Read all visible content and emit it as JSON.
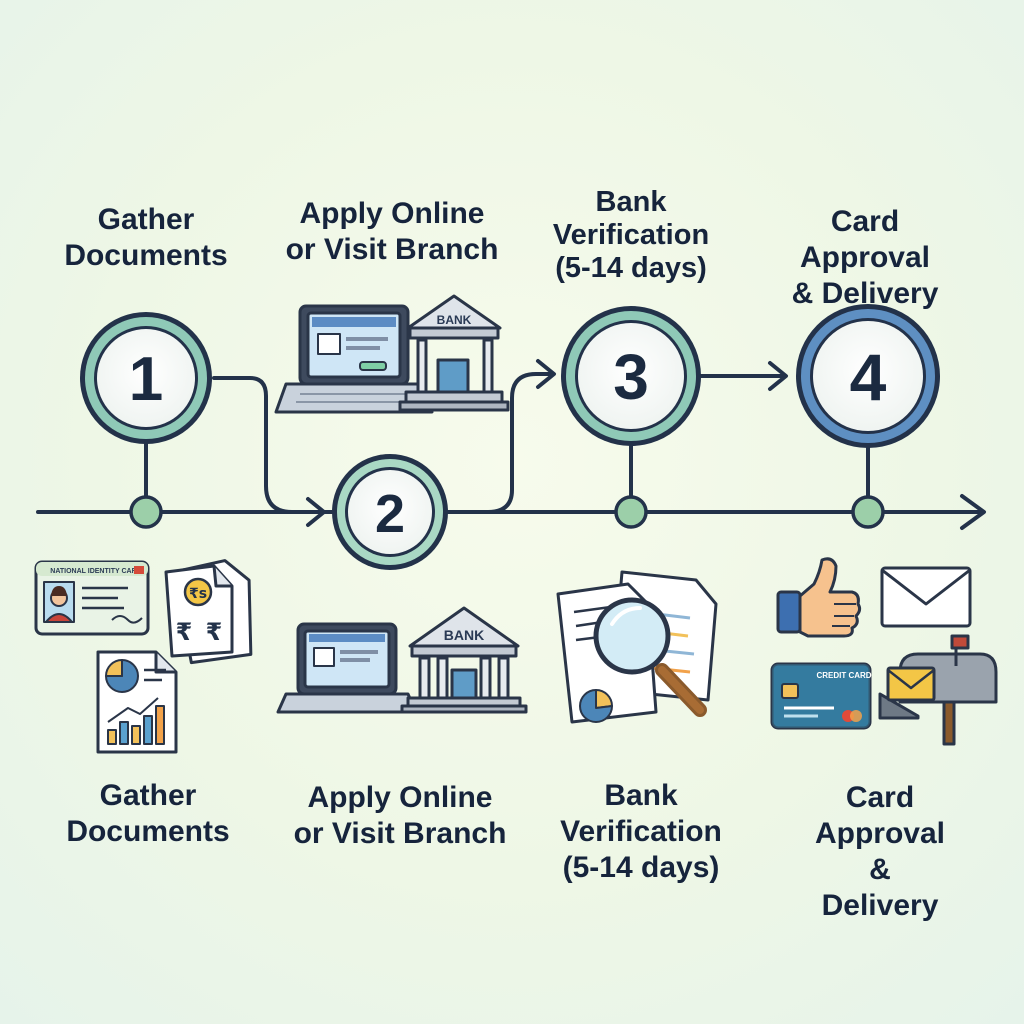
{
  "top_labels": [
    "Gather\nDocuments",
    "Apply Online\nor Visit Branch",
    "Bank\nVerification\n(5-14 days)",
    "Card Approval\n& Delivery"
  ],
  "bottom_labels": [
    "Gather\nDocuments",
    "Apply Online\nor Visit Branch",
    "Bank\nVerification\n(5-14 days)",
    "Card Approval\n& Delivery"
  ],
  "step_numbers": [
    "1",
    "2",
    "3",
    "4"
  ],
  "icon_text": {
    "bank_sign": "BANK",
    "id_card_title": "NATIONAL IDENTITY CARD",
    "rupee": "₹",
    "rupee_tag": "₹s",
    "credit_card_title": "CREDIT CARD"
  },
  "colors": {
    "line": "#23324a",
    "ring_teal": "#8fc9b7",
    "ring_blue": "#5e8fc2",
    "node_fill": "#9ccfa9",
    "card_blue": "#2d6f95",
    "envelope_yellow": "#f3c646",
    "mailbox_red": "#c14a3a"
  },
  "icons": [
    "document-check-icon",
    "laptop-icon",
    "bank-icon",
    "id-card-icon",
    "rupee-document-icon",
    "report-chart-icon",
    "magnifier-icon",
    "thumbs-up-icon",
    "envelope-icon",
    "credit-card-icon",
    "mailbox-icon"
  ]
}
